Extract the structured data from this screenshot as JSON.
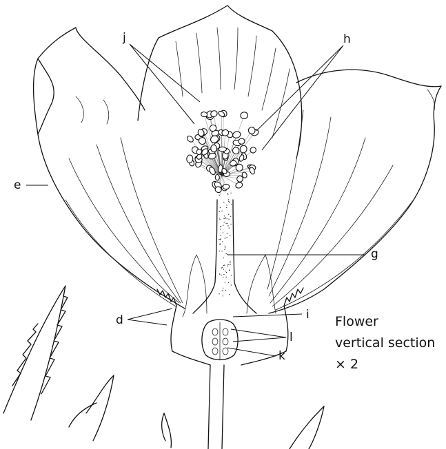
{
  "labels": {
    "j": "j",
    "h": "h",
    "e": "e",
    "g": "g",
    "d": "d",
    "i": "i",
    "l": "l",
    "k": "k"
  },
  "caption": {
    "line1": "Flower",
    "line2": "vertical section",
    "line3": "× 2"
  }
}
